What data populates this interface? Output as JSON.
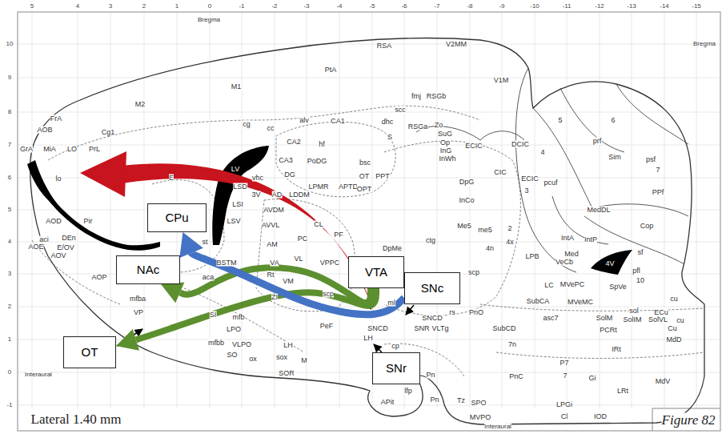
{
  "diagram": {
    "nodes": [
      {
        "text": [
          "CPu"
        ]
      },
      {
        "text": [
          "NAc"
        ]
      },
      {
        "text": [
          "VTA"
        ]
      },
      {
        "text": [
          "SNc"
        ]
      },
      {
        "text": [
          "OT"
        ]
      },
      {
        "text": [
          "SNr"
        ]
      }
    ],
    "edges": [
      {
        "from": 2,
        "to": 1,
        "arrow": "to"
      },
      {
        "from": 2,
        "to": 4,
        "arrow": "to"
      },
      {
        "from": 3,
        "to": 0,
        "arrow": "to"
      }
    ],
    "labels": [
      "5",
      "4",
      "3",
      "2",
      "1",
      "0",
      "-1",
      "-2",
      "-3",
      "-4",
      "-5",
      "-6",
      "-7",
      "-8",
      "-9",
      "-10",
      "-11",
      "-12",
      "-13",
      "-14",
      "-15",
      "10",
      "9",
      "8",
      "7",
      "6",
      "5",
      "4",
      "3",
      "2",
      "1",
      "0",
      "-1",
      "Bregma",
      "Bregma",
      "Interaural",
      "Interaural",
      "Lateral 1.40 mm",
      "Figure 82",
      "PtA",
      "RSA",
      "V2MM",
      "V1M",
      "M1",
      "M2",
      "fmj",
      "RSGb",
      "scc",
      "CA1",
      "dhc",
      "alv",
      "cg",
      "cc",
      "RSGa",
      "Zo",
      "SuG",
      "S",
      "Op",
      "InG",
      "InWh",
      "hf",
      "CA2",
      "bsc",
      "PoDG",
      "CA3",
      "DG",
      "OT",
      "PPT",
      "LPMR",
      "APTD",
      "OPT",
      "vhc",
      "LV",
      "LSD",
      "3V",
      "AD",
      "LDDM",
      "LSI",
      "AVDM",
      "LSV",
      "AVVL",
      "CL",
      "PC",
      "PF",
      "AM",
      "VL",
      "VA",
      "VPPC",
      "Rt",
      "VM",
      "scp",
      "ZI",
      "ml",
      "SNCD",
      "SNCD",
      "SNR",
      "LH",
      "PeF",
      "LH",
      "M",
      "cp",
      "Pn",
      "lfp",
      "Pn",
      "APit",
      "SOR",
      "sox",
      "ox",
      "SO",
      "mfbb",
      "VLPO",
      "LPO",
      "mfb",
      "SI",
      "BSTM",
      "st",
      "aca",
      "mfba",
      "VP",
      "AOP",
      "AOE",
      "AOV",
      "E/OV",
      "aci",
      "DEn",
      "AOD",
      "Pir",
      "lo",
      "LO",
      "PrL",
      "MiA",
      "GrA",
      "AOB",
      "FrA",
      "Cg1",
      "E",
      "DpG",
      "InCo",
      "ECIC",
      "DCIC",
      "CIC",
      "ECIC",
      "3",
      "4",
      "5",
      "6",
      "prf",
      "Sim",
      "psf",
      "7",
      "pcuf",
      "PPf",
      "MedDL",
      "Cop",
      "Me5",
      "me5",
      "2",
      "4x",
      "4n",
      "ctg",
      "DpMe",
      "IntA",
      "IntP",
      "LPB",
      "Med",
      "VeCb",
      "4V",
      "sf",
      "pfl",
      "10",
      "scp",
      "LC",
      "MVePC",
      "SpVe",
      "SubCA",
      "MVeMC",
      "cu",
      "ECu",
      "sol",
      "cu",
      "Cu",
      "SolM",
      "SolIM",
      "SolVL",
      "asc7",
      "rs",
      "PnO",
      "VLTg",
      "SubCD",
      "7n",
      "PCRt",
      "MdD",
      "IRt",
      "PnC",
      "P7",
      "7",
      "Gi",
      "MdV",
      "LRt",
      "Tz",
      "SPO",
      "MVPO",
      "LPGi",
      "Cl",
      "IOD"
    ]
  }
}
